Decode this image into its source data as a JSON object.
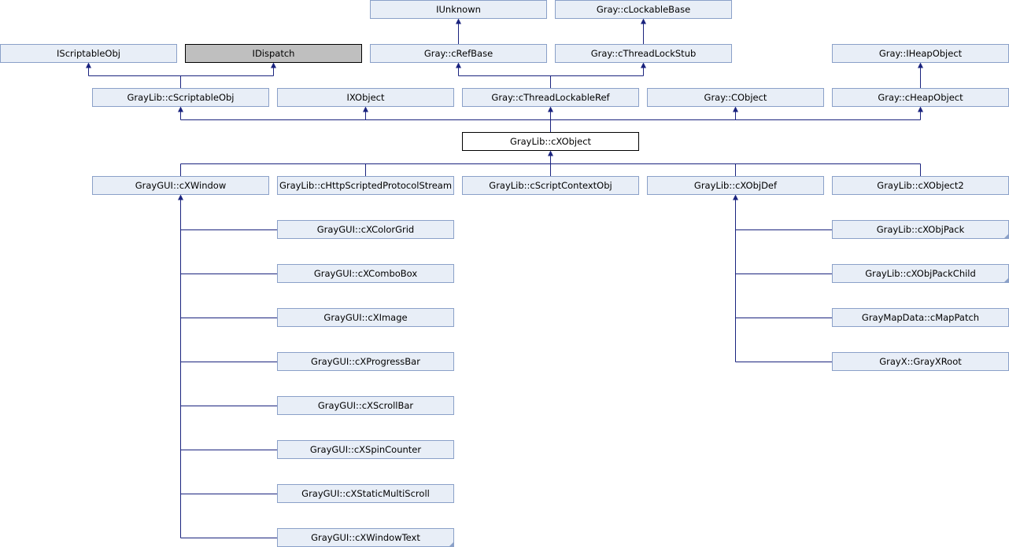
{
  "nodes": [
    {
      "id": "IUnknown",
      "label": "IUnknown"
    },
    {
      "id": "cLockableBase",
      "label": "Gray::cLockableBase"
    },
    {
      "id": "IScriptableObj",
      "label": "IScriptableObj"
    },
    {
      "id": "IDispatch",
      "label": "IDispatch"
    },
    {
      "id": "cRefBase",
      "label": "Gray::cRefBase"
    },
    {
      "id": "cThreadLockStub",
      "label": "Gray::cThreadLockStub"
    },
    {
      "id": "IHeapObject",
      "label": "Gray::IHeapObject"
    },
    {
      "id": "cScriptableObj",
      "label": "GrayLib::cScriptableObj"
    },
    {
      "id": "IXObject",
      "label": "IXObject"
    },
    {
      "id": "cThreadLockableRef",
      "label": "Gray::cThreadLockableRef"
    },
    {
      "id": "CObject",
      "label": "Gray::CObject"
    },
    {
      "id": "cHeapObject",
      "label": "Gray::cHeapObject"
    },
    {
      "id": "cXObject",
      "label": "GrayLib::cXObject"
    },
    {
      "id": "cXWindow",
      "label": "GrayGUI::cXWindow"
    },
    {
      "id": "cHttpScriptedProtocolStream",
      "label": "GrayLib::cHttpScriptedProtocolStream"
    },
    {
      "id": "cScriptContextObj",
      "label": "GrayLib::cScriptContextObj"
    },
    {
      "id": "cXObjDef",
      "label": "GrayLib::cXObjDef"
    },
    {
      "id": "cXObject2",
      "label": "GrayLib::cXObject2"
    },
    {
      "id": "cXColorGrid",
      "label": "GrayGUI::cXColorGrid"
    },
    {
      "id": "cXComboBox",
      "label": "GrayGUI::cXComboBox"
    },
    {
      "id": "cXImage",
      "label": "GrayGUI::cXImage"
    },
    {
      "id": "cXProgressBar",
      "label": "GrayGUI::cXProgressBar"
    },
    {
      "id": "cXScrollBar",
      "label": "GrayGUI::cXScrollBar"
    },
    {
      "id": "cXSpinCounter",
      "label": "GrayGUI::cXSpinCounter"
    },
    {
      "id": "cXStaticMultiScroll",
      "label": "GrayGUI::cXStaticMultiScroll"
    },
    {
      "id": "cXWindowText",
      "label": "GrayGUI::cXWindowText"
    },
    {
      "id": "cXObjPack",
      "label": "GrayLib::cXObjPack"
    },
    {
      "id": "cXObjPackChild",
      "label": "GrayLib::cXObjPackChild"
    },
    {
      "id": "cMapPatch",
      "label": "GrayMapData::cMapPatch"
    },
    {
      "id": "GrayXRoot",
      "label": "GrayX::GrayXRoot"
    }
  ],
  "edges": [
    {
      "from": "cRefBase",
      "to": "IUnknown"
    },
    {
      "from": "cThreadLockStub",
      "to": "cLockableBase"
    },
    {
      "from": "cScriptableObj",
      "to": "IScriptableObj"
    },
    {
      "from": "cScriptableObj",
      "to": "IDispatch"
    },
    {
      "from": "cThreadLockableRef",
      "to": "cRefBase"
    },
    {
      "from": "cThreadLockableRef",
      "to": "cThreadLockStub"
    },
    {
      "from": "cHeapObject",
      "to": "IHeapObject"
    },
    {
      "from": "cXObject",
      "to": "cScriptableObj"
    },
    {
      "from": "cXObject",
      "to": "IXObject"
    },
    {
      "from": "cXObject",
      "to": "cThreadLockableRef"
    },
    {
      "from": "cXObject",
      "to": "CObject"
    },
    {
      "from": "cXObject",
      "to": "cHeapObject"
    },
    {
      "from": "cXWindow",
      "to": "cXObject"
    },
    {
      "from": "cHttpScriptedProtocolStream",
      "to": "cXObject"
    },
    {
      "from": "cScriptContextObj",
      "to": "cXObject"
    },
    {
      "from": "cXObjDef",
      "to": "cXObject"
    },
    {
      "from": "cXObject2",
      "to": "cXObject"
    },
    {
      "from": "cXColorGrid",
      "to": "cXWindow"
    },
    {
      "from": "cXComboBox",
      "to": "cXWindow"
    },
    {
      "from": "cXImage",
      "to": "cXWindow"
    },
    {
      "from": "cXProgressBar",
      "to": "cXWindow"
    },
    {
      "from": "cXScrollBar",
      "to": "cXWindow"
    },
    {
      "from": "cXSpinCounter",
      "to": "cXWindow"
    },
    {
      "from": "cXStaticMultiScroll",
      "to": "cXWindow"
    },
    {
      "from": "cXWindowText",
      "to": "cXWindow"
    },
    {
      "from": "cXObjPack",
      "to": "cXObjDef"
    },
    {
      "from": "cXObjPackChild",
      "to": "cXObjDef"
    },
    {
      "from": "cMapPatch",
      "to": "cXObjDef"
    },
    {
      "from": "GrayXRoot",
      "to": "cXObjDef"
    }
  ]
}
